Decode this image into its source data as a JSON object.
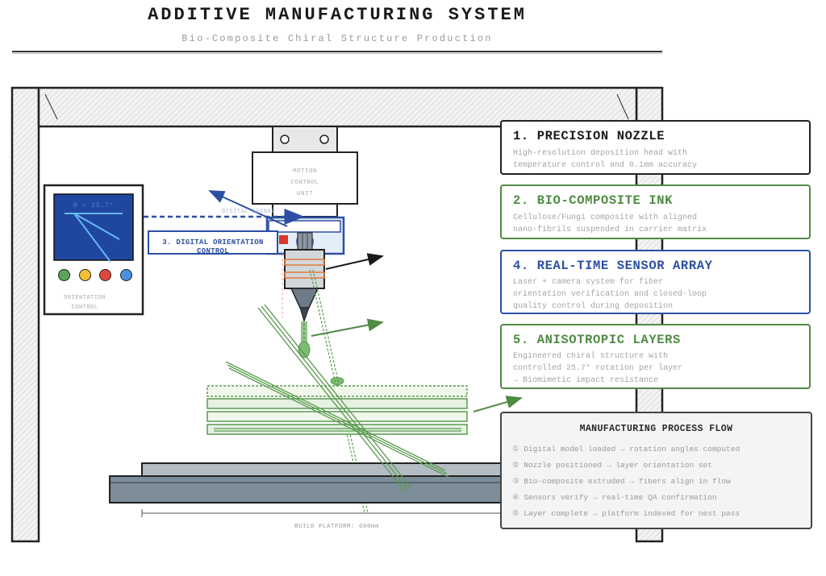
{
  "header": {
    "title": "ADDITIVE MANUFACTURING SYSTEM",
    "subtitle": "Bio-Composite Chiral Structure Production"
  },
  "machine": {
    "motion_unit_lines": [
      "MOTION",
      "CONTROL",
      "UNIT"
    ],
    "digital_signal_label": "DIGITAL SIGNAL",
    "orientation_callout": "3. DIGITAL ORIENTATION CONTROL",
    "build_platform_label": "BUILD PLATFORM: 600mm"
  },
  "orientation_panel": {
    "angle_readout": "θ = 25.7°",
    "label_lines": [
      "ORIENTATION",
      "CONTROL"
    ],
    "buttons": [
      {
        "name": "green-indicator-button",
        "color": "#5aa55a"
      },
      {
        "name": "yellow-indicator-button",
        "color": "#f2c135"
      },
      {
        "name": "red-indicator-button",
        "color": "#e0473a"
      },
      {
        "name": "blue-indicator-button",
        "color": "#4a8fe0"
      }
    ]
  },
  "cards": [
    {
      "title": "1. PRECISION NOZZLE",
      "body": "High-resolution deposition head with\ntemperature control and 0.1mm accuracy"
    },
    {
      "title": "2. BIO-COMPOSITE INK",
      "body": "Cellulose/Fungi composite with aligned\nnano-fibrils suspended in carrier matrix"
    },
    {
      "title": "4. REAL-TIME SENSOR ARRAY",
      "body": "Laser + camera system for fiber\norientation verification and closed-loop\nquality control during deposition"
    },
    {
      "title": "5. ANISOTROPIC LAYERS",
      "body": "Engineered chiral structure with\ncontrolled 25.7° rotation per layer\n→ Biomimetic impact resistance"
    }
  ],
  "process_flow": {
    "title": "MANUFACTURING PROCESS FLOW",
    "steps": [
      "① Digital model loaded → rotation angles computed",
      "② Nozzle positioned → layer orientation set",
      "③ Bio-composite extruded → fibers align in flow",
      "④ Sensors verify → real-time QA confirmation",
      "⑤ Layer complete → platform indexed for next pass"
    ]
  },
  "colors": {
    "accent_blue": "#2c4fa3",
    "accent_green": "#4f8a43",
    "panel_screen": "#1f47a0",
    "heater_orange": "#e07a3a"
  }
}
